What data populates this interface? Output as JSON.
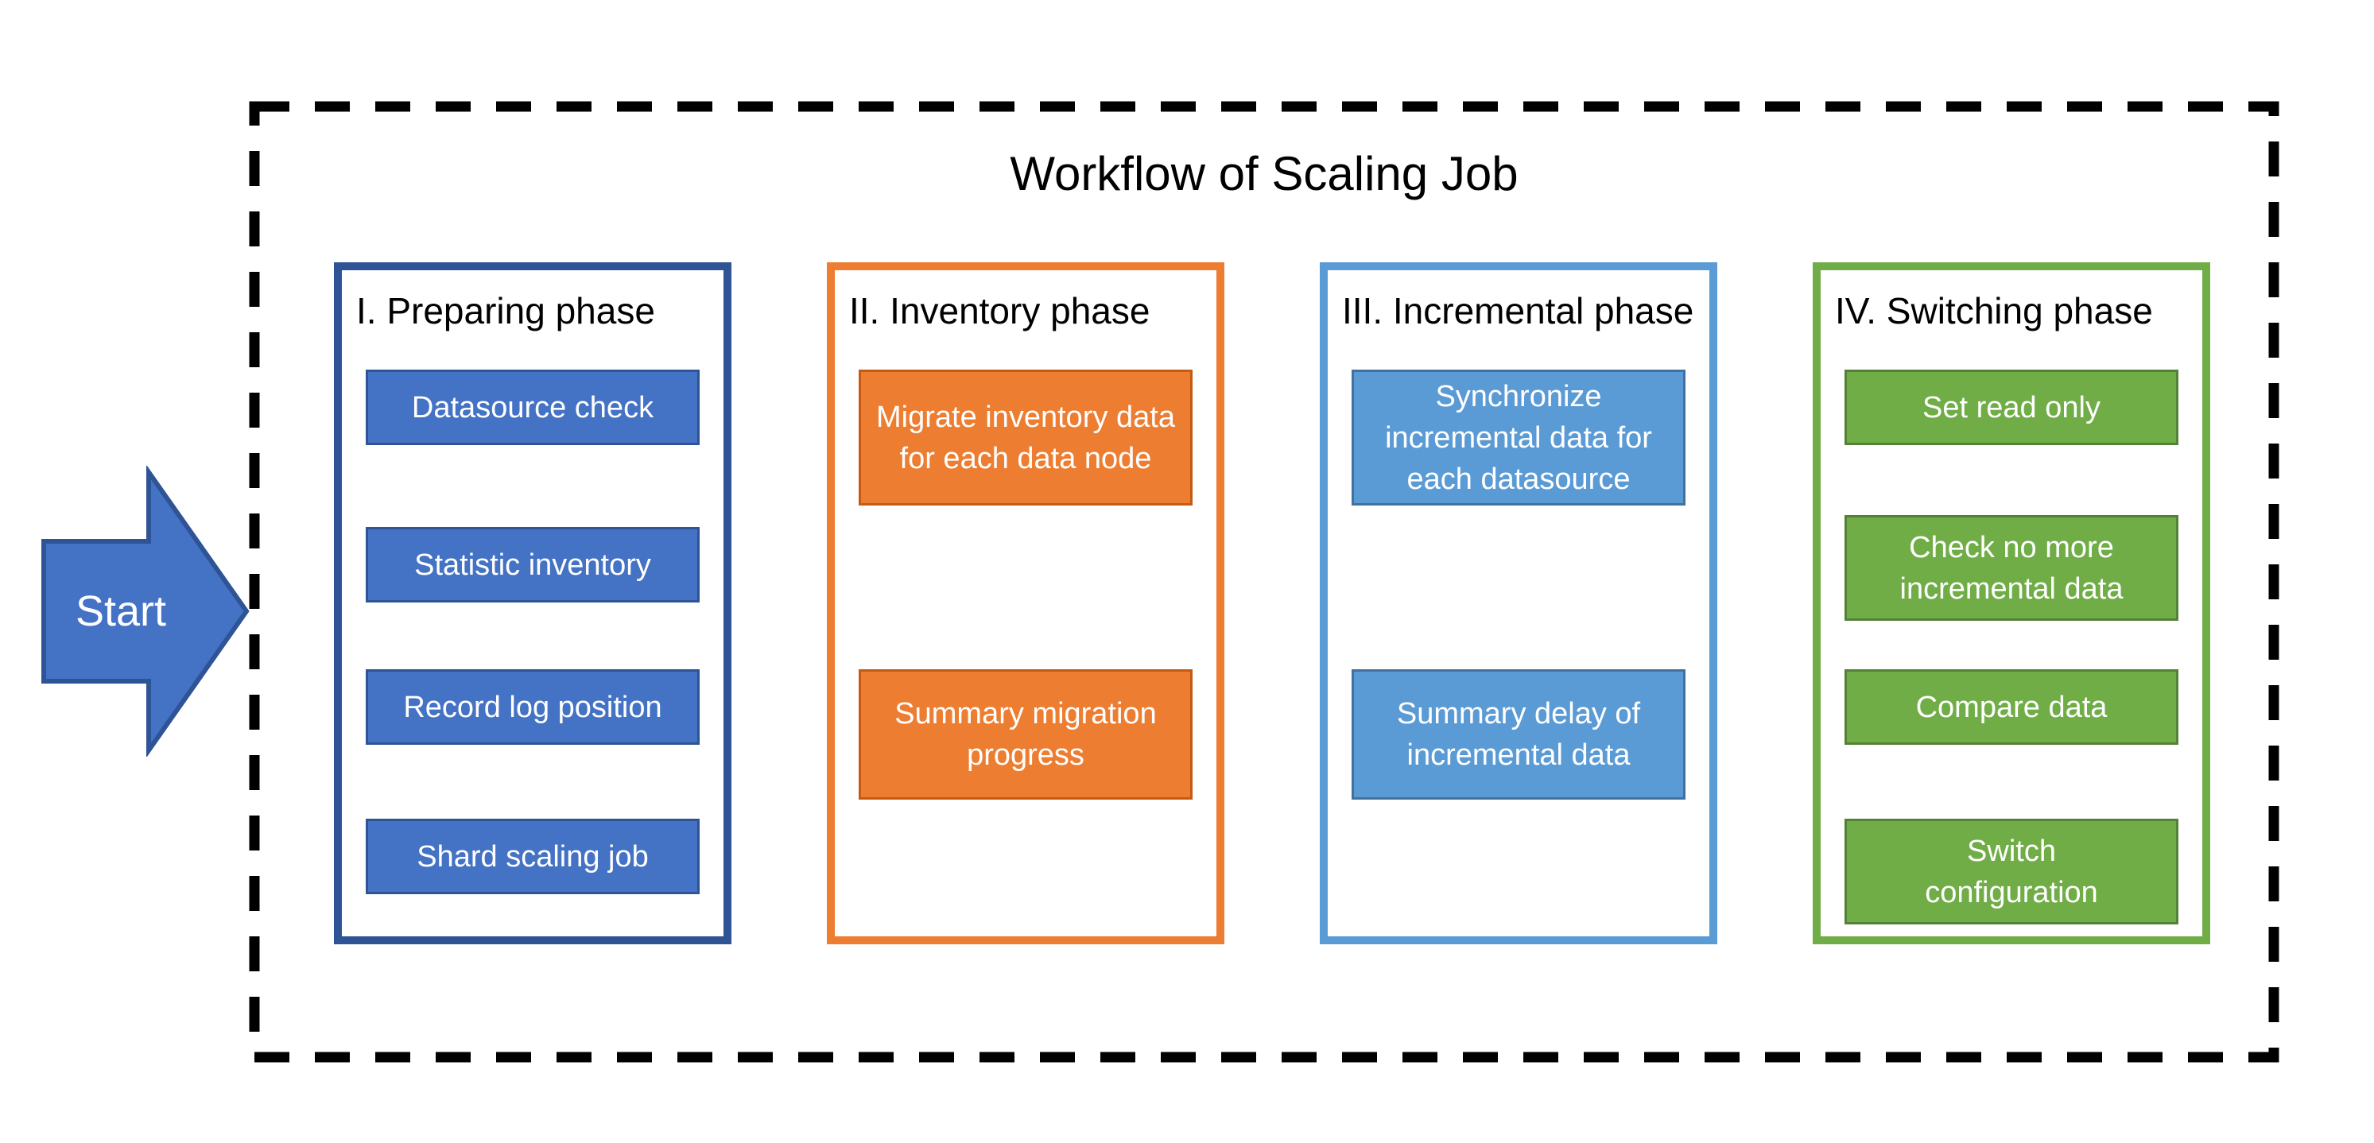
{
  "diagram": {
    "title": "Workflow of Scaling Job",
    "start_label": "Start",
    "colors": {
      "blue_fill": "#4472C4",
      "blue_border": "#2F5496",
      "orange_fill": "#ED7D31",
      "orange_border": "#C55A11",
      "lightblue_fill": "#5B9BD5",
      "lightblue_border": "#41719C",
      "green_fill": "#70AD47",
      "green_border": "#538135",
      "boundary_dash": "#000000",
      "text_dark": "#000000",
      "text_light": "#FFFFFF"
    },
    "phases": [
      {
        "label": "I. Preparing phase",
        "tasks": [
          {
            "label": "Datasource check"
          },
          {
            "label": "Statistic inventory"
          },
          {
            "label": "Record log position"
          },
          {
            "label": "Shard scaling job"
          }
        ]
      },
      {
        "label": "II. Inventory phase",
        "tasks": [
          {
            "label": "Migrate inventory data for each data node"
          },
          {
            "label": "Summary migration progress"
          }
        ]
      },
      {
        "label": "III. Incremental phase",
        "tasks": [
          {
            "label": "Synchronize incremental data for each datasource"
          },
          {
            "label": "Summary delay of incremental data"
          }
        ]
      },
      {
        "label": "IV. Switching phase",
        "tasks": [
          {
            "label": "Set read only"
          },
          {
            "label": "Check no more incremental data"
          },
          {
            "label": "Compare data"
          },
          {
            "label": "Switch configuration"
          }
        ]
      }
    ]
  }
}
